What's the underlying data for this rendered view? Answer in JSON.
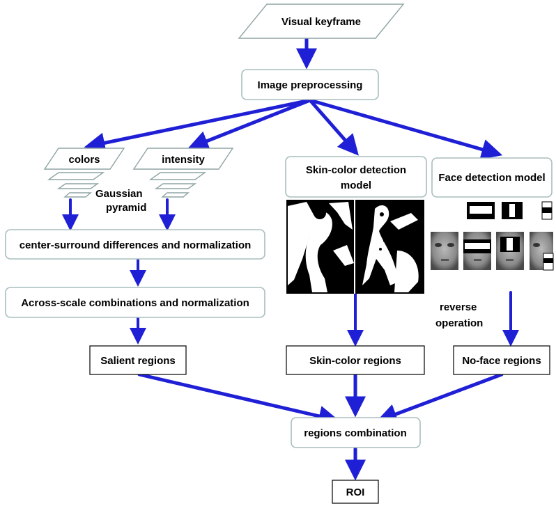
{
  "nodes": {
    "visual_keyframe": "Visual keyframe",
    "image_preprocessing": "Image preprocessing",
    "colors": "colors",
    "intensity": "intensity",
    "gaussian": "Gaussian",
    "pyramid": "pyramid",
    "center_surround": "center-surround differences and normalization",
    "across_scale": "Across-scale combinations and normalization",
    "salient_regions": "Salient regions",
    "skin_detection_line1": "Skin-color detection",
    "skin_detection_line2": "model",
    "skin_regions": "Skin-color regions",
    "face_detection": "Face detection model",
    "reverse": "reverse",
    "operation": "operation",
    "noface_regions": "No-face regions",
    "regions_combination": "regions combination",
    "roi": "ROI"
  },
  "colors": {
    "arrow": "#1f1fd6",
    "box_border": "#a9bdbd",
    "skin_mask_bg": "#000000",
    "skin_mask_fg": "#ffffff",
    "face_tone": "#8a8a8a"
  }
}
